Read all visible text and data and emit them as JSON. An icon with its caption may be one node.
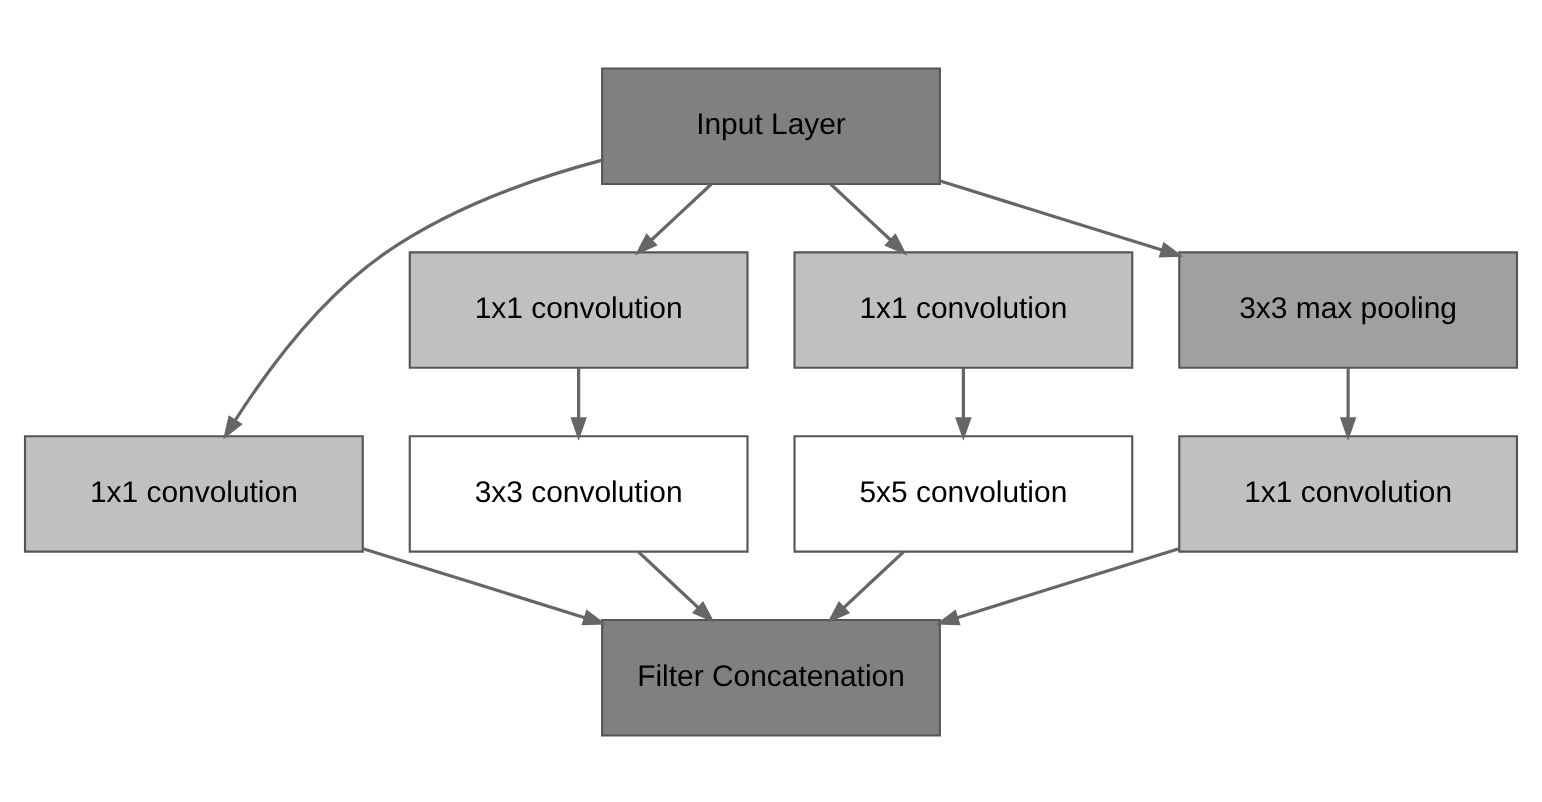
{
  "diagram": {
    "nodes": [
      {
        "text": [
          "Input Layer"
        ]
      },
      {
        "text": [
          "1x1 convolution"
        ]
      },
      {
        "text": [
          "1x1 convolution"
        ]
      },
      {
        "text": [
          "3x3 max pooling"
        ]
      },
      {
        "text": [
          "1x1 convolution"
        ]
      },
      {
        "text": [
          "3x3 convolution"
        ]
      },
      {
        "text": [
          "5x5 convolution"
        ]
      },
      {
        "text": [
          "1x1 convolution"
        ]
      },
      {
        "text": [
          "Filter Concatenation"
        ]
      }
    ],
    "edges": [
      {
        "from": 0,
        "to": 4,
        "arrow": "to"
      },
      {
        "from": 0,
        "to": 1,
        "arrow": "to"
      },
      {
        "from": 0,
        "to": 2,
        "arrow": "to"
      },
      {
        "from": 0,
        "to": 3,
        "arrow": "to"
      },
      {
        "from": 1,
        "to": 5,
        "arrow": "to"
      },
      {
        "from": 2,
        "to": 6,
        "arrow": "to"
      },
      {
        "from": 3,
        "to": 7,
        "arrow": "to"
      },
      {
        "from": 4,
        "to": 8,
        "arrow": "to"
      },
      {
        "from": 5,
        "to": 8,
        "arrow": "to"
      },
      {
        "from": 6,
        "to": 8,
        "arrow": "to"
      },
      {
        "from": 7,
        "to": 8,
        "arrow": "to"
      }
    ]
  }
}
